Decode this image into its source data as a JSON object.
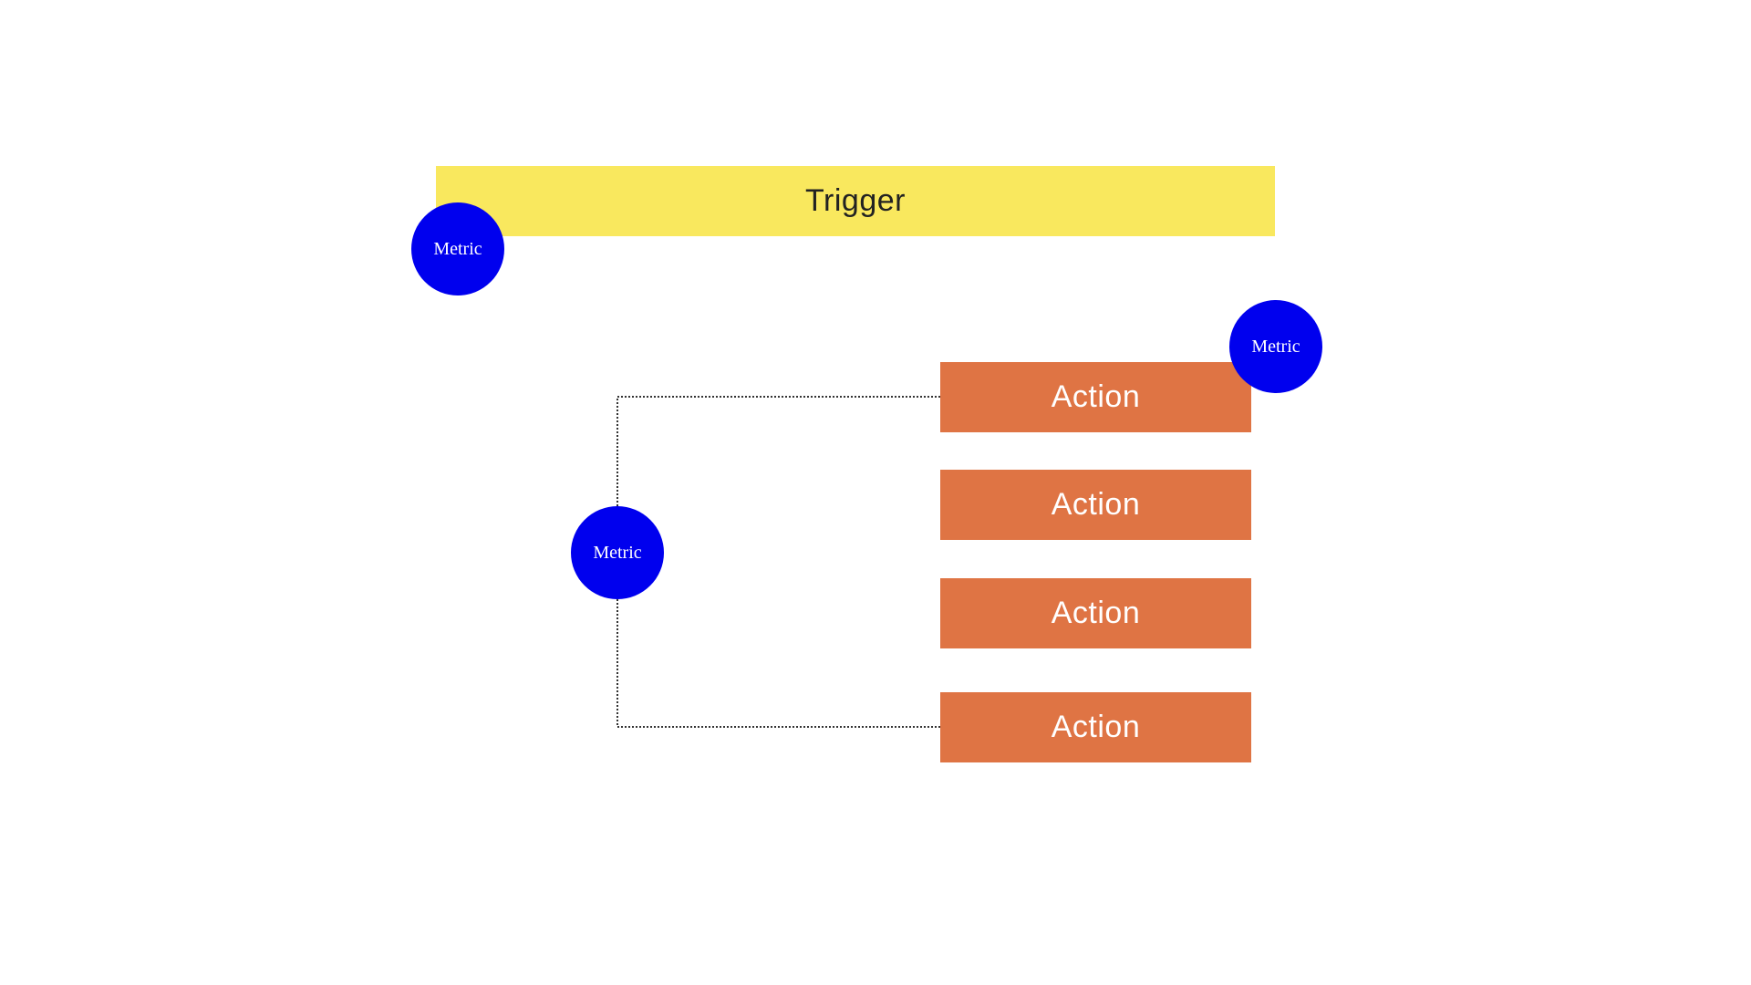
{
  "colors": {
    "trigger_fill": "#f9e85e",
    "trigger_text": "#222222",
    "action_fill": "#df7444",
    "action_text": "#ffffff",
    "metric_fill": "#0000ee",
    "metric_text": "#ffffff",
    "connector": "#333333"
  },
  "trigger": {
    "label": "Trigger"
  },
  "actions": [
    {
      "label": "Action"
    },
    {
      "label": "Action"
    },
    {
      "label": "Action"
    },
    {
      "label": "Action"
    }
  ],
  "metrics": [
    {
      "label": "Metric"
    },
    {
      "label": "Metric"
    },
    {
      "label": "Metric"
    }
  ]
}
